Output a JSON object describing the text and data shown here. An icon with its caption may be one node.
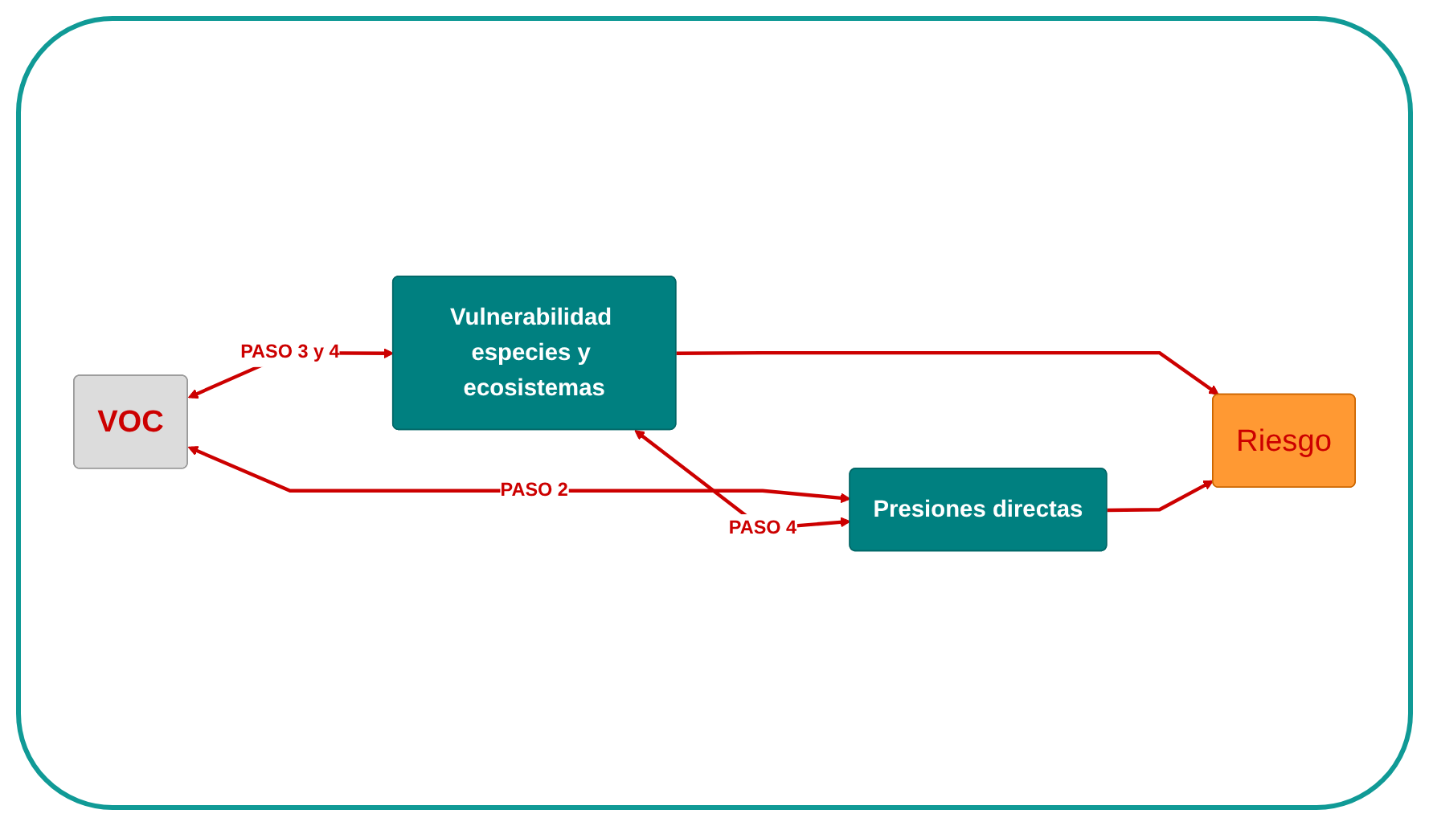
{
  "diagram": {
    "nodes": [
      {
        "text": [
          "VOC"
        ]
      },
      {
        "text": [
          "Vulnerabilidad especies y ecosistemas"
        ]
      },
      {
        "text": [
          "Presiones directas"
        ]
      },
      {
        "text": [
          "Riesgo"
        ]
      }
    ],
    "edges": [
      {
        "from": 0,
        "to": 1,
        "arrow": "both",
        "label": "PASO 3 y 4"
      },
      {
        "from": 0,
        "to": 2,
        "arrow": "both",
        "label": "PASO 2"
      },
      {
        "from": 1,
        "to": 2,
        "arrow": "both",
        "label": "PASO 4"
      },
      {
        "from": 1,
        "to": 3,
        "arrow": "to"
      },
      {
        "from": 2,
        "to": 3,
        "arrow": "to"
      }
    ]
  }
}
